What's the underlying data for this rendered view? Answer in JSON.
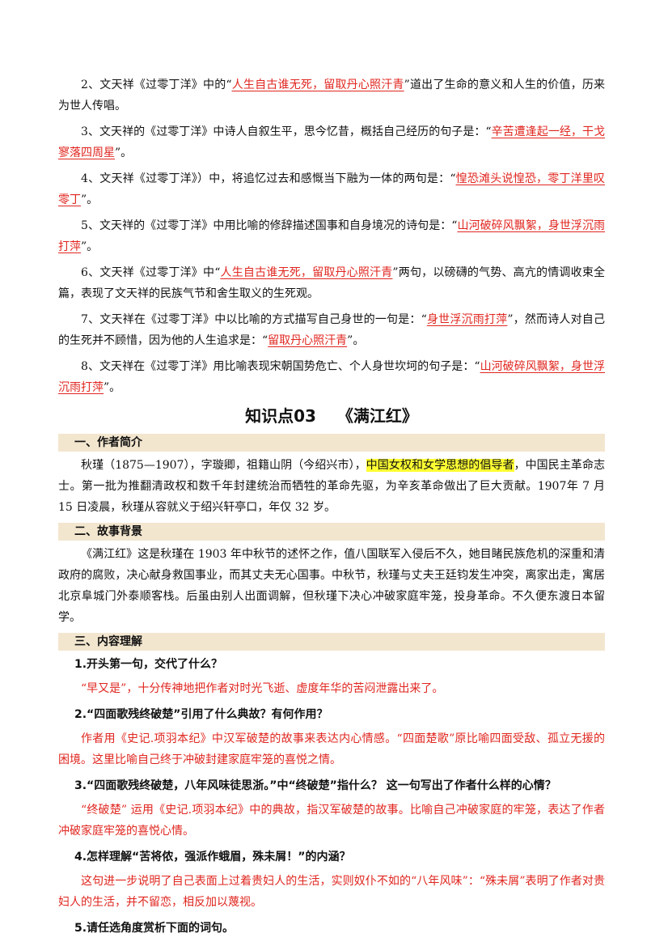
{
  "items": [
    {
      "pre": "2、文天祥《过零丁洋》中的“",
      "mark": "人生自古谁无死，留取丹心照汗青",
      "post": "”道出了生命的意义和人生的价值，历来为世人传唱。"
    },
    {
      "pre": "3、文天祥的《过零丁洋》中诗人自叙生平，思今忆昔，概括自己经历的句子是：“",
      "mark": "辛苦遭逢起一经，干戈寥落四周星",
      "post": "”。"
    },
    {
      "pre": "4、文天祥《过零丁洋》）中，将追忆过去和感慨当下融为一体的两句是：“",
      "mark": "惶恐滩头说惶恐，零丁洋里叹零丁",
      "post": "”。"
    },
    {
      "pre": "5、文天祥的《过零丁洋》中用比喻的修辞描述国事和自身境况的诗句是：“",
      "mark": "山河破碎风飘絮，身世浮沉雨打萍",
      "post": "”。"
    },
    {
      "pre": "6、文天祥《过零丁洋》中“",
      "mark": "人生自古谁无死，留取丹心照汗青",
      "post": "”两句，以磅礴的气势、高亢的情调收束全篇，表现了文天祥的民族气节和舍生取义的生死观。"
    },
    {
      "pre": "7、文天祥在《过零丁洋》中以比喻的方式描写自己身世的一句是：“",
      "mark": "身世浮沉雨打萍",
      "mid": "”，然而诗人对自己的生死并不顾惜，因为他的人生追求是：“",
      "mark2": "留取丹心照汗青",
      "post": "”。"
    },
    {
      "pre": "8、文天祥在《过零丁洋》用比喻表现宋朝国势危亡、个人身世坎坷的句子是：“",
      "mark": "山河破碎风飘絮，身世浮沉雨打萍",
      "post": "”。"
    }
  ],
  "section_title": {
    "left": "知识点03",
    "right": "《满江红》"
  },
  "author": {
    "heading": "一、作者简介",
    "pre": "秋瑾（1875—1907），字璇卿，祖籍山阴（今绍兴市），",
    "highlight": "中国女权和女学思想的倡导者",
    "post": "，中国民主革命志士。第一批为推翻清政权和数千年封建统治而牺牲的革命先驱，为辛亥革命做出了巨大贡献。1907年 7 月 15 日凌晨，秋瑾从容就义于绍兴轩亭口，年仅 32 岁。"
  },
  "background": {
    "heading": "二、故事背景",
    "text": "《满江红》这是秋瑾在 1903 年中秋节的述怀之作，值八国联军入侵后不久，她目睹民族危机的深重和清政府的腐败，决心献身救国事业，而其丈夫无心国事。中秋节，秋瑾与丈夫王廷钧发生冲突，离家出走，寓居北京阜城门外泰顺客栈。后虽由别人出面调解，但秋瑾下决心冲破家庭牢笼，投身革命。不久便东渡日本留学。"
  },
  "understanding": {
    "heading": "三、内容理解",
    "qa": [
      {
        "q": "1.开头第一句，交代了什么？",
        "a": "“早又是”，十分传神地把作者对时光飞逝、虚度年华的苦闷泄露出来了。"
      },
      {
        "q": "2.“四面歌残终破楚”引用了什么典故？有何作用？",
        "a": "作者用《史记.项羽本纪》中汉军破楚的故事来表达内心情感。“四面楚歌”原比喻四面受敌、孤立无援的困境。这里比喻自己终于冲破封建家庭牢笼的喜悦之情。"
      },
      {
        "q": "3.“四面歌残终破楚，八年风味徒思浙。”中“终破楚”指什么？ 这一句写出了作者什么样的心情？",
        "a": "“终破楚” 运用《史记.项羽本纪》中的典故，指汉军破楚的故事。比喻自己冲破家庭的牢笼，表达了作者冲破家庭牢笼的喜悦心情。"
      },
      {
        "q": "4.怎样理解“苦将侬，强派作蛾眉，殊未屑！”的内涵？",
        "a": "这句进一步说明了自己表面上过着贵妇人的生活，实则奴仆不如的“八年风味”：“殊未屑”表明了作者对贵妇人的生活，并不留恋，相反加以蔑视。"
      },
      {
        "q": "5.请任选角度赏析下面的词句。",
        "a": ""
      }
    ]
  },
  "colors": {
    "accent_red": "#e0261f",
    "highlight": "#ffff33",
    "section_bar": "#f3e6cf"
  }
}
